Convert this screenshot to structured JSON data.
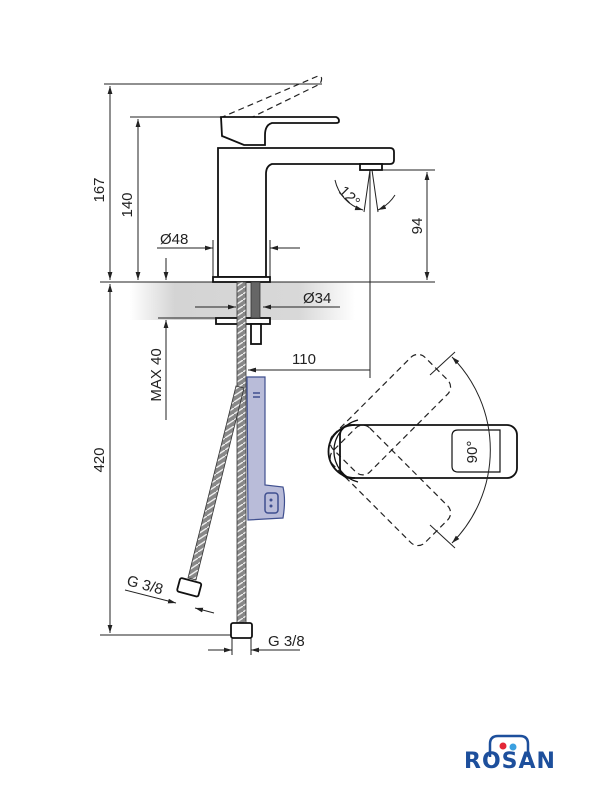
{
  "dimensions": {
    "total_height": "167",
    "body_height": "140",
    "base_diameter": "Ø48",
    "hole_diameter": "Ø34",
    "spout_height": "94",
    "spray_angle": "12°",
    "max_counter_thickness": "MAX 40",
    "spout_reach": "110",
    "hose_length": "420",
    "hose_thread_left": "G 3/8",
    "hose_thread_bottom": "G 3/8",
    "handle_rotation": "90°"
  },
  "brand": {
    "name": "ROSAN",
    "colors": {
      "blue": "#1d4f9c",
      "red": "#e32636",
      "light_blue": "#3aa0e0"
    }
  },
  "colors": {
    "clip_fill": "#b9bcd9",
    "clip_stroke": "#3f4f8f",
    "counter_shade": "#d4d4d4"
  }
}
